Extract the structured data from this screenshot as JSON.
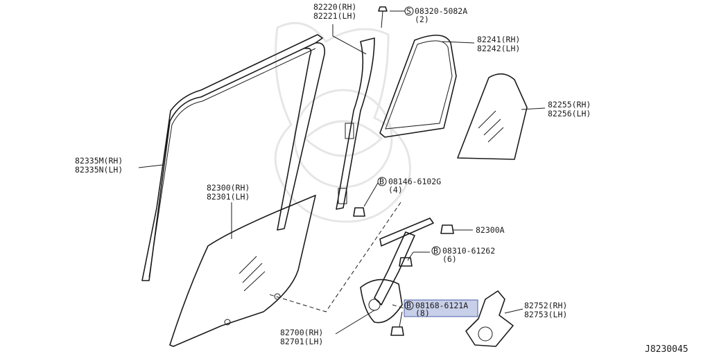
{
  "labels": {
    "p82220": "82220(RH)",
    "p82221": "82221(LH)",
    "s08320": "08320-5082A",
    "s08320_qty": "(2)",
    "p82241": "82241(RH)",
    "p82242": "82242(LH)",
    "p82255": "82255(RH)",
    "p82256": "82256(LH)",
    "p82335m": "82335M(RH)",
    "p82335n": "82335N(LH)",
    "b08146": "08146-6102G",
    "b08146_qty": "(4)",
    "p82300": "82300(RH)",
    "p82301": "82301(LH)",
    "p82300a": "82300A",
    "b08310": "08310-61262",
    "b08310_qty": "(6)",
    "b08168": "08168-6121A",
    "b08168_qty": "(8)",
    "p82752": "82752(RH)",
    "p82753": "82753(LH)",
    "p82700": "82700(RH)",
    "p82701": "82701(LH)",
    "diagram_code": "J8230045"
  },
  "symbols": {
    "s_marker": "S",
    "b_marker": "B"
  },
  "highlight_color": "#c8cfe8"
}
